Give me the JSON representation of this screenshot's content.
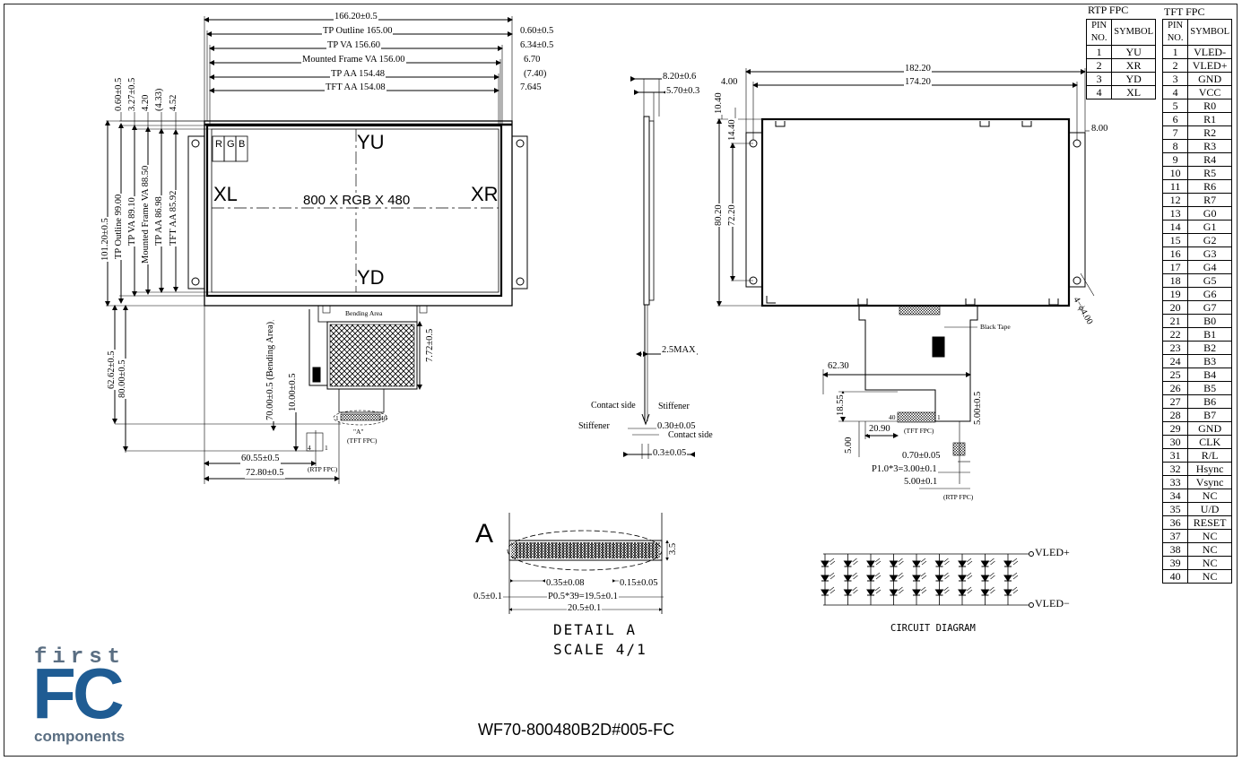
{
  "front_view": {
    "dim_total_width": "166.20±0.5",
    "dim_tp_outline": "TP Outline 165.00",
    "dim_tp_outline_offset": "0.60±0.5",
    "dim_tp_va": "TP VA 156.60",
    "dim_tp_va_offset": "6.34±0.5",
    "dim_mounted_frame": "Mounted Frame  VA 156.00",
    "dim_mounted_frame_offset": "6.70",
    "dim_tp_aa": "TP AA 154.48",
    "dim_tp_aa_offset": "(7.40)",
    "dim_tft_aa": "TFT AA 154.08",
    "dim_tft_aa_offset": "7.645",
    "v_offsets": [
      "0.60±0.5",
      "3.27±0.5",
      "4.20",
      "(4.33)",
      "4.52"
    ],
    "v_dims": [
      "101.20±0.5",
      "TP Outline 99.00",
      "TP VA 89.10",
      "Mounted Frame  VA 88.50",
      "TP AA 86.98",
      "TFT AA 85.92"
    ],
    "label_yu": "YU",
    "label_yd": "YD",
    "label_xl": "XL",
    "label_xr": "XR",
    "label_resolution": "800 X RGB X 480",
    "rgb": [
      "R",
      "G",
      "B"
    ],
    "bending_area": "Bending Area",
    "bending_area_side": "70.00±0.5 (Bending Area)",
    "dim_62_62": "62.62±0.5",
    "dim_80_00": "80.00±0.5",
    "dim_10_00": "10.00±0.5",
    "dim_7_72": "7.72±0.5",
    "dim_60_55": "60.55±0.5",
    "dim_72_80": "72.80±0.5",
    "detail_marker": "\"A\"",
    "tft_fpc": "(TFT FPC)",
    "rtp_fpc": "(RTP FPC)",
    "pin_1": "1",
    "pin_4": "4",
    "pin_40": "40"
  },
  "side_view": {
    "dim_8_20": "8.20±0.6",
    "dim_5_70": "5.70±0.3",
    "dim_2_5max": "2.5MAX",
    "contact_side_1": "Contact side",
    "stiffener_1": "Stiffener",
    "stiffener_2": "Stiffener",
    "dim_0_30": "0.30±0.05",
    "contact_side_2": "Contact side",
    "dim_0_3": "0.3±0.05"
  },
  "rear_view": {
    "dim_182_20": "182.20",
    "dim_174_20": "174.20",
    "dim_4_00": "4.00",
    "dim_10_40": "10.40",
    "dim_14_40": "14.40",
    "dim_8_00": "8.00",
    "dim_80_20": "80.20",
    "dim_72_20": "72.20",
    "hole_label": "4−ϕ4.00",
    "black_tape": "Black Tape",
    "dim_62_30": "62.30",
    "dim_18_55": "18.55",
    "dim_20_90": "20.90",
    "dim_5_00_a": "5.00±0.5",
    "dim_5_00_b": "5.00",
    "dim_0_70": "0.70±0.05",
    "dim_p1_0": "P1.0*3=3.00±0.1",
    "dim_5_00_c": "5.00±0.1",
    "tft_fpc": "(TFT FPC)",
    "rtp_fpc": "(RTP FPC)",
    "pin_1": "1",
    "pin_40": "40"
  },
  "detail_a": {
    "letter": "A",
    "dim_0_35": "0.35±0.08",
    "dim_0_15": "0.15±0.05",
    "dim_0_5": "0.5±0.1",
    "dim_pitch": "P0.5*39=19.5±0.1",
    "dim_20_5": "20.5±0.1",
    "dim_3_5": "3.5",
    "title": "DETAIL  A",
    "scale": "SCALE  4/1"
  },
  "circuit": {
    "vled_plus": "VLED+",
    "vled_minus": "VLED−",
    "title": "CIRCUIT  DIAGRAM"
  },
  "rtp_table": {
    "title": "RTP FPC",
    "headers": [
      "PIN NO.",
      "SYMBOL"
    ],
    "rows": [
      [
        "1",
        "YU"
      ],
      [
        "2",
        "XR"
      ],
      [
        "3",
        "YD"
      ],
      [
        "4",
        "XL"
      ]
    ]
  },
  "tft_table": {
    "title": "TFT FPC",
    "headers": [
      "PIN NO.",
      "SYMBOL"
    ],
    "rows": [
      [
        "1",
        "VLED-"
      ],
      [
        "2",
        "VLED+"
      ],
      [
        "3",
        "GND"
      ],
      [
        "4",
        "VCC"
      ],
      [
        "5",
        "R0"
      ],
      [
        "6",
        "R1"
      ],
      [
        "7",
        "R2"
      ],
      [
        "8",
        "R3"
      ],
      [
        "9",
        "R4"
      ],
      [
        "10",
        "R5"
      ],
      [
        "11",
        "R6"
      ],
      [
        "12",
        "R7"
      ],
      [
        "13",
        "G0"
      ],
      [
        "14",
        "G1"
      ],
      [
        "15",
        "G2"
      ],
      [
        "16",
        "G3"
      ],
      [
        "17",
        "G4"
      ],
      [
        "18",
        "G5"
      ],
      [
        "19",
        "G6"
      ],
      [
        "20",
        "G7"
      ],
      [
        "21",
        "B0"
      ],
      [
        "22",
        "B1"
      ],
      [
        "23",
        "B2"
      ],
      [
        "24",
        "B3"
      ],
      [
        "25",
        "B4"
      ],
      [
        "26",
        "B5"
      ],
      [
        "27",
        "B6"
      ],
      [
        "28",
        "B7"
      ],
      [
        "29",
        "GND"
      ],
      [
        "30",
        "CLK"
      ],
      [
        "31",
        "R/L"
      ],
      [
        "32",
        "Hsync"
      ],
      [
        "33",
        "Vsync"
      ],
      [
        "34",
        "NC"
      ],
      [
        "35",
        "U/D"
      ],
      [
        "36",
        "RESET"
      ],
      [
        "37",
        "NC"
      ],
      [
        "38",
        "NC"
      ],
      [
        "39",
        "NC"
      ],
      [
        "40",
        "NC"
      ]
    ]
  },
  "logo": {
    "line1": "first",
    "line2": "FC",
    "line3": "components"
  },
  "part_number": "WF70-800480B2D#005-FC"
}
